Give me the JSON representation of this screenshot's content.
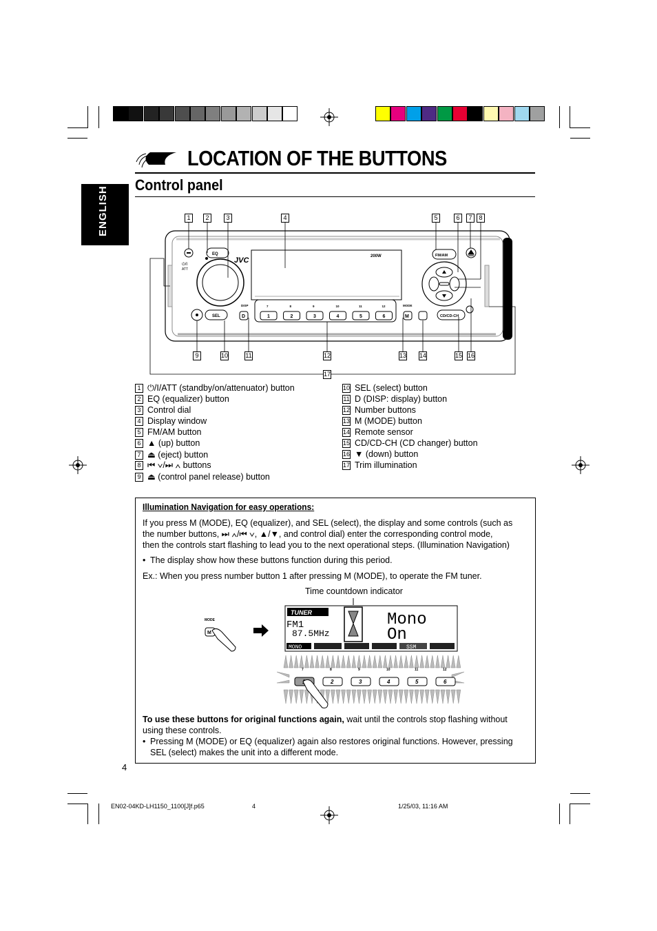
{
  "header": {
    "title": "LOCATION OF THE BUTTONS",
    "subtitle": "Control panel",
    "language_tab": "ENGLISH",
    "gray_swatches": [
      "#000000",
      "#111111",
      "#232323",
      "#393939",
      "#4e4e4e",
      "#666666",
      "#7f7f7f",
      "#999999",
      "#b2b2b2",
      "#cccccc",
      "#e6e6e6",
      "#ffffff"
    ],
    "color_swatches": [
      "#ffff00",
      "#e6007e",
      "#00a0e9",
      "#4e2a84",
      "#009944",
      "#e60033",
      "#000000",
      "#fff9b1",
      "#f4b3c2",
      "#a0d8ef",
      "#9fa0a0"
    ]
  },
  "diagram": {
    "brand": "JVC",
    "power_label": "200W",
    "eq_label": "EQ",
    "sel_label": "SEL",
    "fm_label": "FM/AM",
    "cd_label": "CD/CD-CH",
    "disp_label": "DISP",
    "mode_label": "MODE",
    "d_label": "D",
    "m_label": "M",
    "preset_numbers": [
      "1",
      "2",
      "3",
      "4",
      "5",
      "6"
    ],
    "preset_top_numbers": [
      "7",
      "8",
      "9",
      "10",
      "11",
      "12"
    ],
    "callouts_top": [
      "1",
      "2",
      "3",
      "4",
      "5",
      "6",
      "7",
      "8"
    ],
    "callouts_bottom": [
      "9",
      "10",
      "11",
      "12",
      "13",
      "14",
      "15",
      "16"
    ],
    "callout_trim": "17"
  },
  "legend_left": [
    {
      "n": "1",
      "text": "⏻/I/ATT (standby/on/attenuator) button"
    },
    {
      "n": "2",
      "text": "EQ (equalizer) button"
    },
    {
      "n": "3",
      "text": "Control dial"
    },
    {
      "n": "4",
      "text": "Display window"
    },
    {
      "n": "5",
      "text": "FM/AM button"
    },
    {
      "n": "6",
      "text": "▲ (up) button"
    },
    {
      "n": "7",
      "text": "⏏ (eject) button"
    },
    {
      "n": "8",
      "text": "⏮ ∨/⏭ ∧ buttons"
    },
    {
      "n": "9",
      "text": "⏏ (control panel release) button"
    }
  ],
  "legend_right": [
    {
      "n": "10",
      "text": "SEL (select) button"
    },
    {
      "n": "11",
      "text": "D (DISP: display) button"
    },
    {
      "n": "12",
      "text": "Number buttons"
    },
    {
      "n": "13",
      "text": "M (MODE) button"
    },
    {
      "n": "14",
      "text": "Remote sensor"
    },
    {
      "n": "15",
      "text": "CD/CD-CH (CD changer) button"
    },
    {
      "n": "16",
      "text": "▼ (down) button"
    },
    {
      "n": "17",
      "text": "Trim illumination"
    }
  ],
  "info_box": {
    "heading": "Illumination Navigation for easy operations:",
    "para1_line1": "If you press M (MODE), EQ (equalizer), and SEL (select), the display and some controls (such as",
    "para1_line2": "the number buttons, ⏭ ∧/⏮ ∨, ▲/▼, and control dial) enter the corresponding control mode,",
    "para1_line3": "then the controls start flashing to lead you to the next operational steps. (Illumination Navigation)",
    "bullet1": "The display show how these buttons function during this period.",
    "example": "Ex.: When you press number button 1 after pressing M (MODE), to operate the FM tuner.",
    "countdown_label": "Time countdown indicator",
    "display_tuner": "TUNER",
    "display_band": "FM1",
    "display_freq": "87.5MHz",
    "display_msg1": "Mono",
    "display_msg2": "On",
    "display_bottom1": "MONO",
    "display_bottom2": "SSM",
    "mode_label": "MODE",
    "m_label": "M",
    "ex_top_numbers": [
      "7",
      "8",
      "9",
      "10",
      "11",
      "12"
    ],
    "ex_numbers": [
      "1",
      "2",
      "3",
      "4",
      "5",
      "6"
    ],
    "bold_lead": "To use these buttons for original functions again,",
    "para2_rest": " wait until the controls stop flashing without",
    "para2_line2": "using these controls.",
    "bullet2_line1": "Pressing M (MODE) or EQ (equalizer) again also restores original functions. However, pressing",
    "bullet2_line2": "SEL (select) makes the unit into a different mode."
  },
  "page_number": "4",
  "footer": {
    "file": "EN02-04KD-LH1150_1100[J]f.p65",
    "page": "4",
    "date": "1/25/03, 11:16 AM"
  }
}
